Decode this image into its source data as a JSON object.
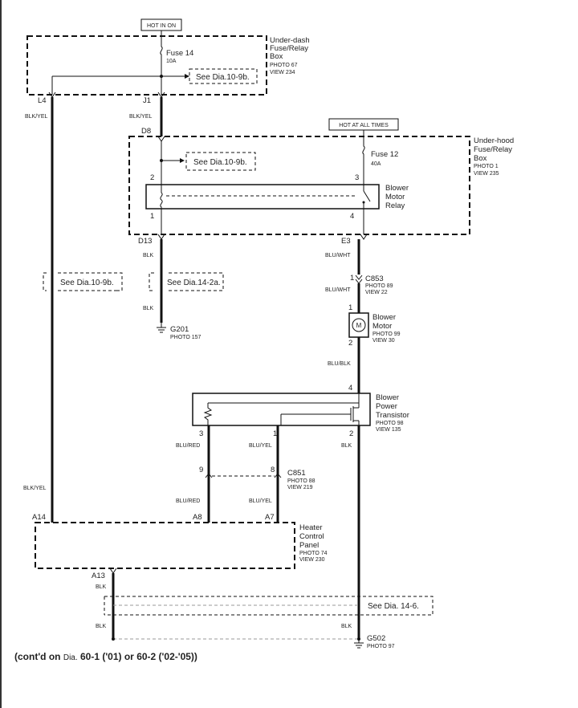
{
  "badges": {
    "hot_in_on": "HOT IN ON",
    "hot_at_all_times": "HOT AT ALL TIMES"
  },
  "underdash": {
    "name_lines": [
      "Under-dash",
      "Fuse/Relay",
      "Box"
    ],
    "photo": "PHOTO 67",
    "view": "VIEW 234",
    "fuse": "Fuse 14",
    "fuse_rating": "10A",
    "see_ref": "See Dia.10-9b.",
    "pin_l4": "L4",
    "pin_j1": "J1"
  },
  "underhood": {
    "name_lines": [
      "Under-hood",
      "Fuse/Relay",
      "Box"
    ],
    "photo": "PHOTO 1",
    "view": "VIEW 235",
    "fuse": "Fuse 12",
    "fuse_rating": "40A",
    "see_ref": "See Dia.10-9b.",
    "pin_d8": "D8",
    "pin_d13": "D13",
    "pin_e3": "E3",
    "relay_pins": {
      "p1": "1",
      "p2": "2",
      "p3": "3",
      "p4": "4"
    }
  },
  "relay": {
    "name_lines": [
      "Blower",
      "Motor",
      "Relay"
    ]
  },
  "wires": {
    "blk_yel": "BLK/YEL",
    "blk": "BLK",
    "blu_wht": "BLU/WHT",
    "blu_blk": "BLU/BLK",
    "blu_red": "BLU/RED",
    "blu_yel": "BLU/YEL"
  },
  "refs": {
    "dia_10_9b": "See Dia.10-9b.",
    "dia_14_2a": "See Dia.14-2a.",
    "dia_14_6": "See Dia. 14-6."
  },
  "g201": {
    "name": "G201",
    "photo": "PHOTO 157"
  },
  "c853": {
    "name": "C853",
    "photo": "PHOTO 89",
    "view": "VIEW 22",
    "pin_top": "1",
    "pin_bottom": "1"
  },
  "blower_motor": {
    "name_lines": [
      "Blower",
      "Motor"
    ],
    "photo": "PHOTO 99",
    "view": "VIEW 30",
    "pin_top": "1",
    "pin_bottom": "2",
    "symbol": "M"
  },
  "transistor": {
    "name_lines": [
      "Blower",
      "Power",
      "Transistor"
    ],
    "photo": "PHOTO 98",
    "view": "VIEW 135",
    "pin4": "4",
    "pin3": "3",
    "pin1": "1",
    "pin2": "2"
  },
  "c851": {
    "name": "C851",
    "photo": "PHOTO 88",
    "view": "VIEW 219",
    "pin9": "9",
    "pin8": "8"
  },
  "heater_panel": {
    "name_lines": [
      "Heater",
      "Control",
      "Panel"
    ],
    "photo": "PHOTO 74",
    "view": "VIEW 230",
    "pin_a14": "A14",
    "pin_a8": "A8",
    "pin_a7": "A7",
    "pin_a13": "A13"
  },
  "g502": {
    "name": "G502",
    "photo": "PHOTO 97"
  },
  "footer": {
    "prefix": "(cont'd on ",
    "dia": "Dia.",
    "rest": " 60-1 ('01) or 60-2 ('02-'05))"
  }
}
